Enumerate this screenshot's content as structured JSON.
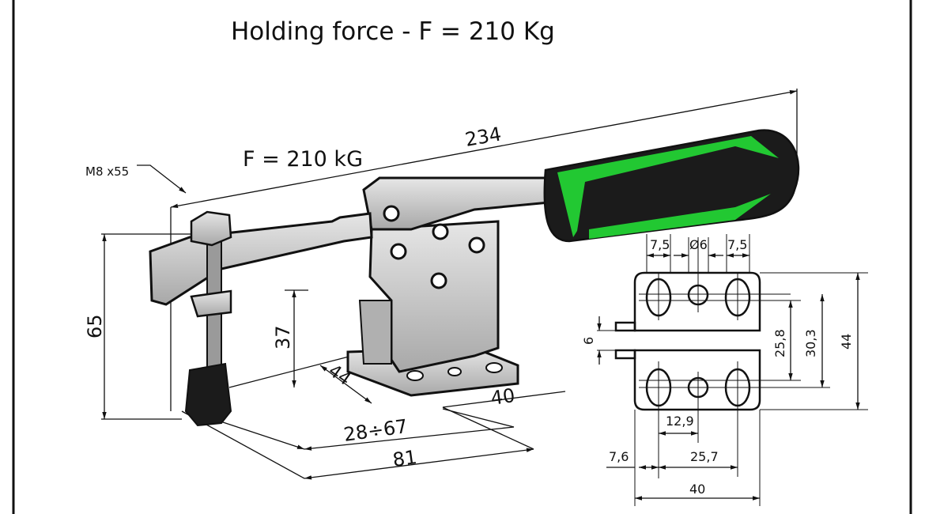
{
  "title": "Holding force - F = 210 Kg",
  "labels": {
    "force": "F = 210 kG",
    "screw": "M8 x55",
    "overall_length": "234",
    "height": "65",
    "spindle_height": "37",
    "base_depth": "44",
    "base_width": "40",
    "spindle_range": "28÷67",
    "spindle_reach": "81"
  },
  "base_plate_view": {
    "slot_left": "7,5",
    "hole_dia": "Ø6",
    "slot_right": "7,5",
    "gap": "6",
    "inner_spacing": "25,8",
    "outer_spacing": "30,3",
    "total_height": "44",
    "hole_offset": "12,9",
    "edge_offset": "7,6",
    "slot_spacing": "25,7",
    "total_width": "40"
  },
  "colors": {
    "handle": "#22c832",
    "grip": "#1a1a1a",
    "metal": "#c8c8c8"
  }
}
